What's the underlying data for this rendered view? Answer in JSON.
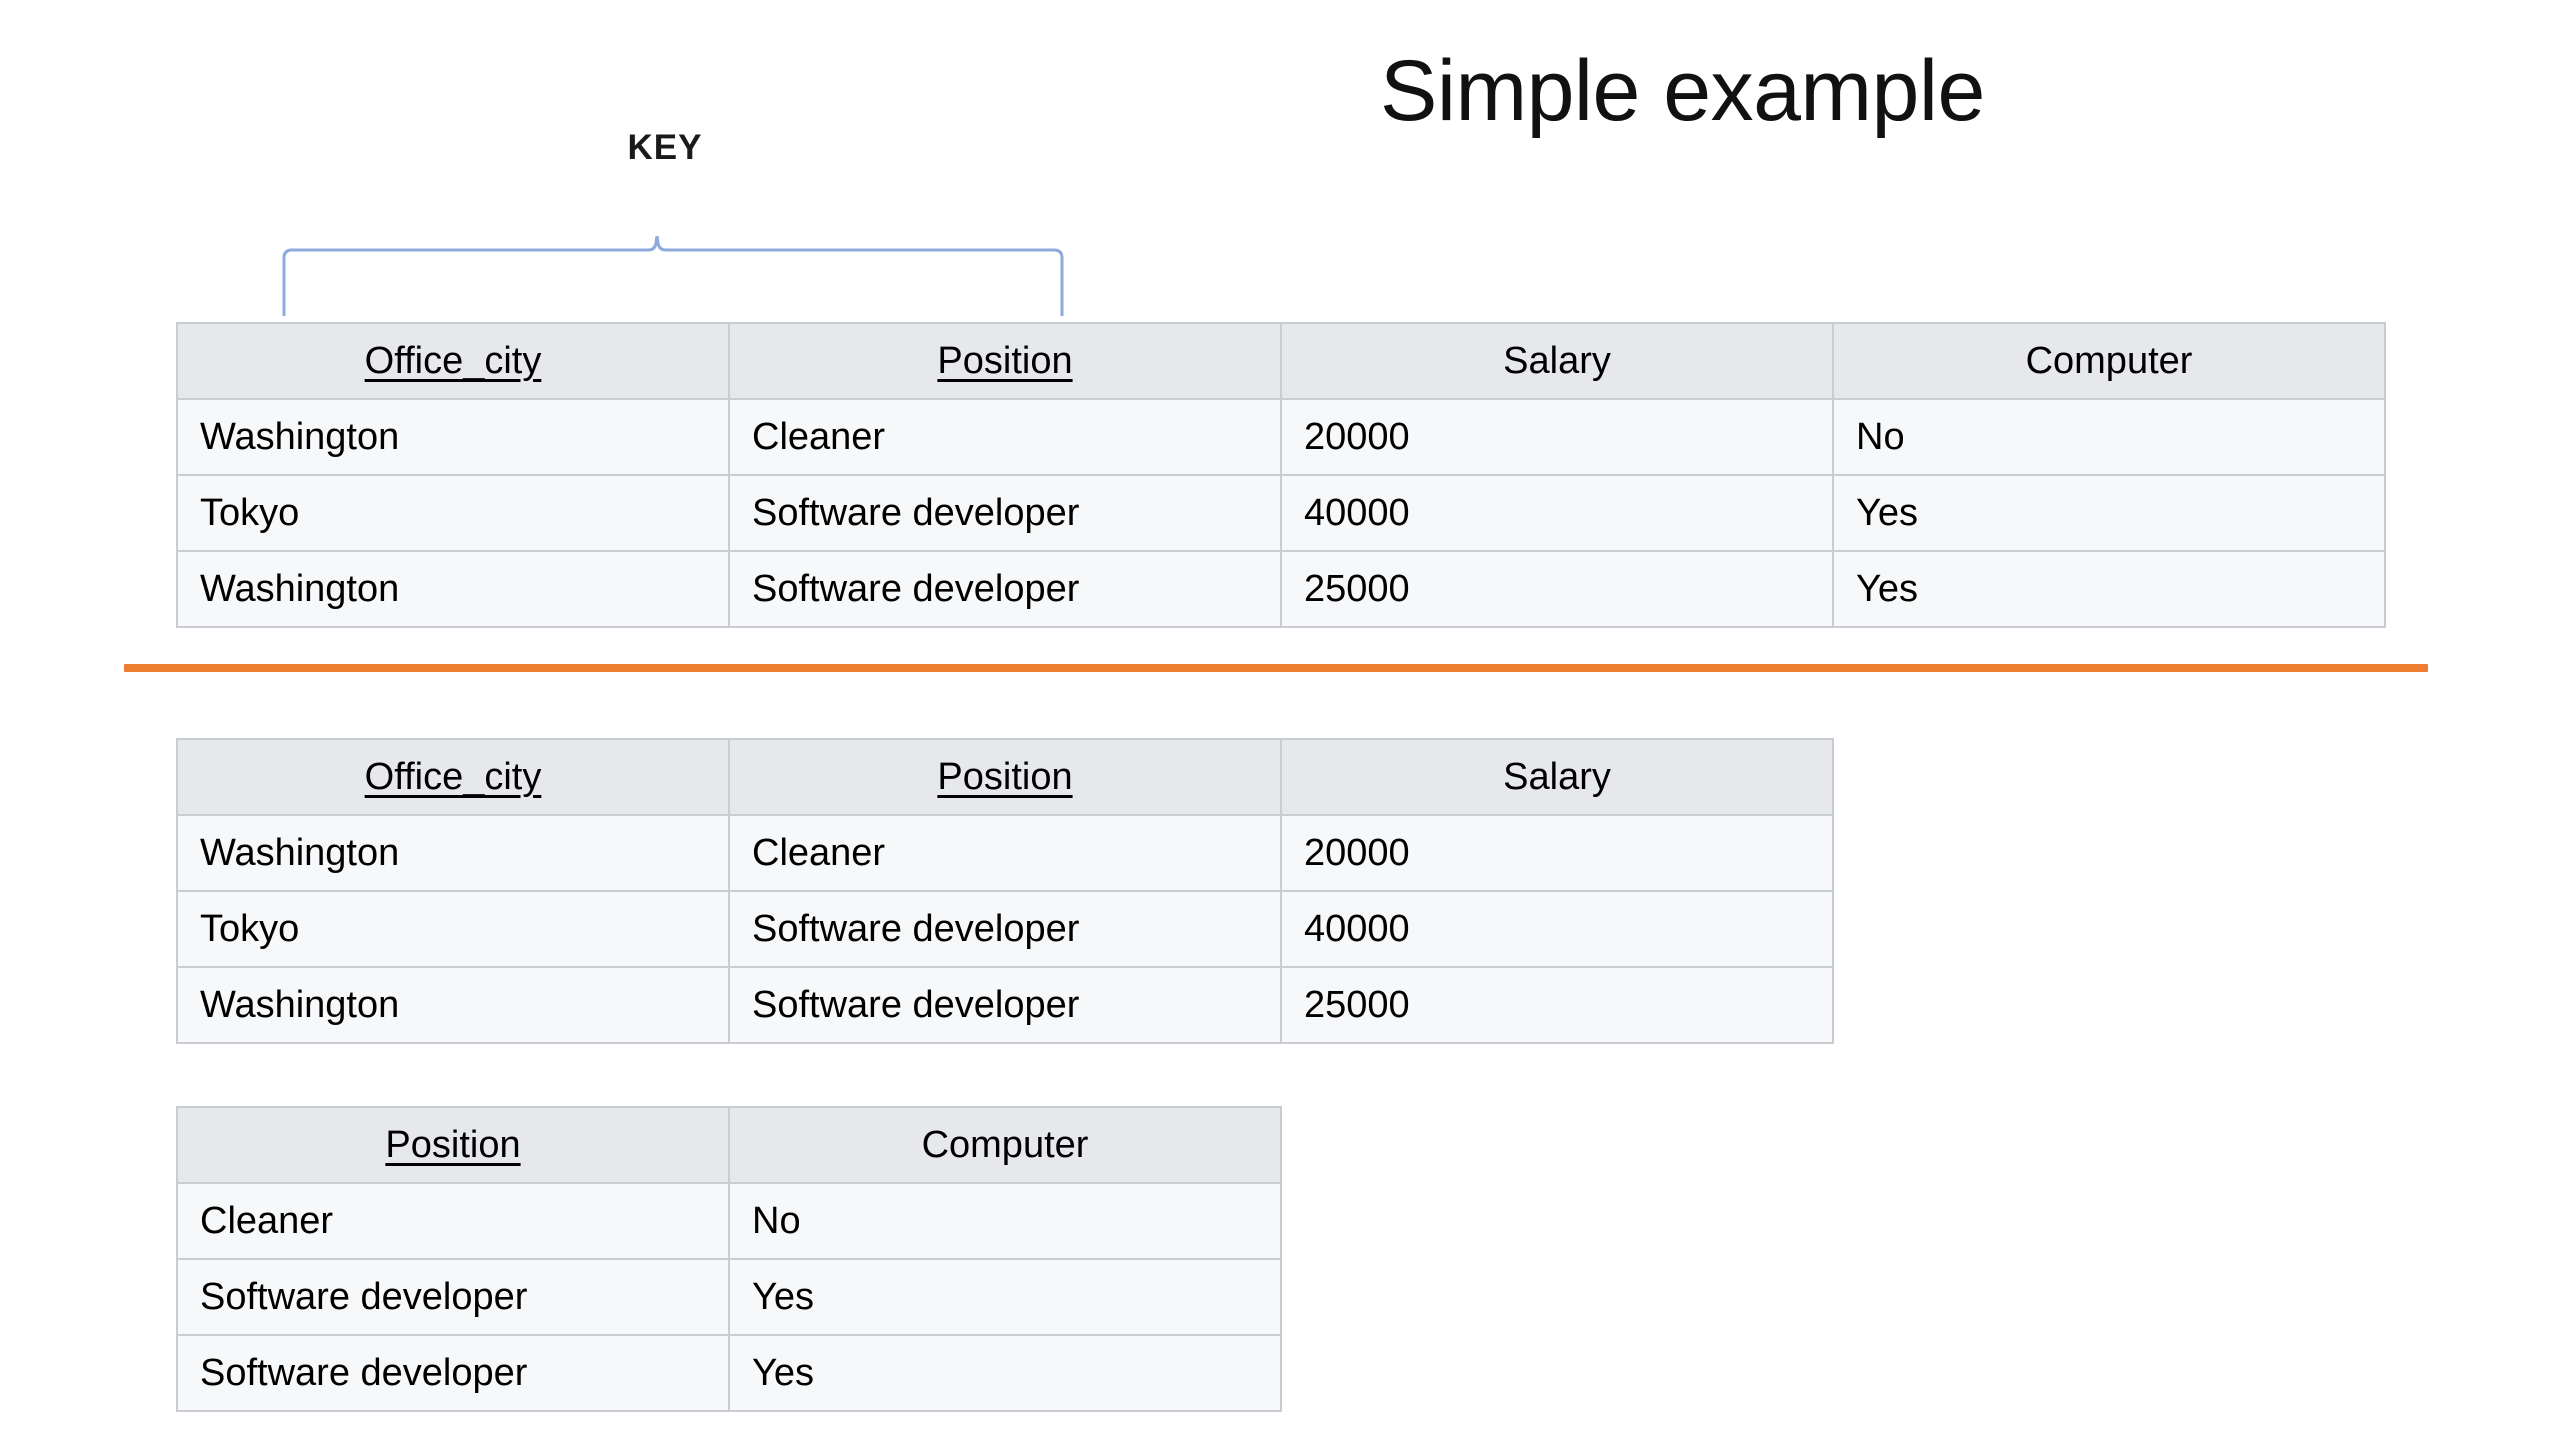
{
  "slide": {
    "title": "Simple example",
    "background": "#ffffff"
  },
  "annotation": {
    "key_label": "KEY",
    "brace_color": "#8faadc",
    "brace_name": "key-brace"
  },
  "divider": {
    "color": "#ED7D31"
  },
  "tables": {
    "full": {
      "name": "full-relation-table",
      "headers": [
        {
          "label": "Office_city",
          "is_key": true
        },
        {
          "label": "Position",
          "is_key": true
        },
        {
          "label": "Salary",
          "is_key": false
        },
        {
          "label": "Computer",
          "is_key": false
        }
      ],
      "rows": [
        [
          "Washington",
          "Cleaner",
          "20000",
          "No"
        ],
        [
          "Tokyo",
          "Software developer",
          "40000",
          "Yes"
        ],
        [
          "Washington",
          "Software developer",
          "25000",
          "Yes"
        ]
      ]
    },
    "decomp_a": {
      "name": "decomposed-table-a",
      "headers": [
        {
          "label": "Office_city",
          "is_key": true
        },
        {
          "label": "Position",
          "is_key": true
        },
        {
          "label": "Salary",
          "is_key": false
        }
      ],
      "rows": [
        [
          "Washington",
          "Cleaner",
          "20000"
        ],
        [
          "Tokyo",
          "Software developer",
          "40000"
        ],
        [
          "Washington",
          "Software developer",
          "25000"
        ]
      ]
    },
    "decomp_b": {
      "name": "decomposed-table-b",
      "headers": [
        {
          "label": "Position",
          "is_key": true
        },
        {
          "label": "Computer",
          "is_key": false
        }
      ],
      "rows": [
        [
          "Cleaner",
          "No"
        ],
        [
          "Software developer",
          "Yes"
        ],
        [
          "Software developer",
          "Yes"
        ]
      ]
    }
  }
}
